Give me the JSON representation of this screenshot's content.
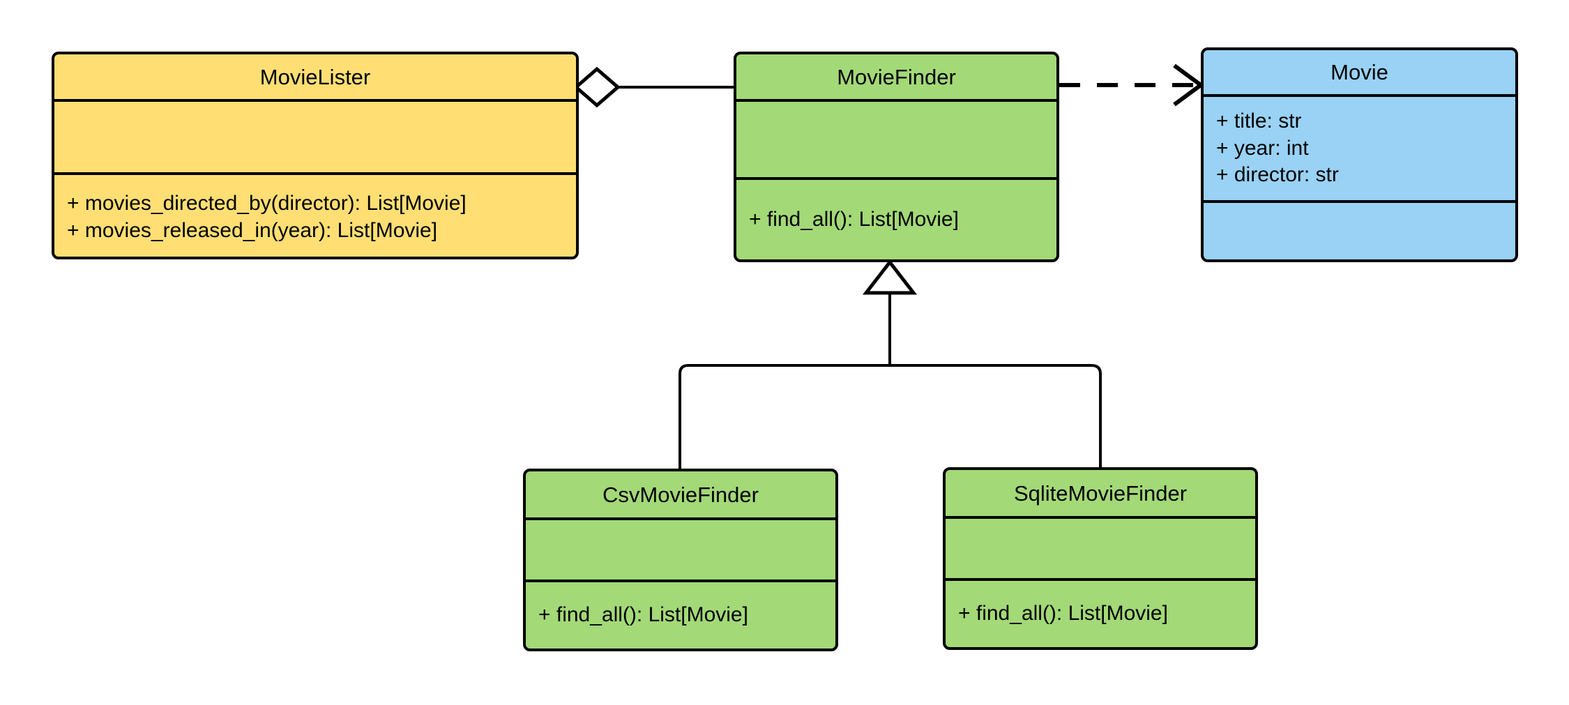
{
  "diagram": {
    "title": "MovieLister dependency injection UML class diagram",
    "background": "#ffffff",
    "line_color": "#000000",
    "palette": {
      "yellow": "#FFDF73",
      "green": "#A3D977",
      "blue": "#99D2F5",
      "outline": "#000000",
      "fill_white": "#FFFFFF"
    }
  },
  "classes": [
    {
      "id": "movie-lister",
      "name": "MovieLister",
      "fill": "#FFDF73",
      "attributes": [],
      "methods": [
        "+ movies_directed_by(director): List[Movie]",
        "+ movies_released_in(year): List[Movie]"
      ]
    },
    {
      "id": "movie-finder",
      "name": "MovieFinder",
      "fill": "#A3D977",
      "attributes": [],
      "methods": [
        "+ find_all(): List[Movie]"
      ]
    },
    {
      "id": "movie",
      "name": "Movie",
      "fill": "#99D2F5",
      "attributes": [
        "+ title: str",
        "+ year: int",
        "+ director: str"
      ],
      "methods": []
    },
    {
      "id": "csv-movie-finder",
      "name": "CsvMovieFinder",
      "fill": "#A3D977",
      "attributes": [],
      "methods": [
        "+ find_all(): List[Movie]"
      ]
    },
    {
      "id": "sqlite-movie-finder",
      "name": "SqliteMovieFinder",
      "fill": "#A3D977",
      "attributes": [],
      "methods": [
        "+ find_all(): List[Movie]"
      ]
    }
  ],
  "relationships": [
    {
      "id": "aggregation-lister-finder",
      "kind": "aggregation",
      "from": "MovieLister",
      "to": "MovieFinder",
      "marker": "hollow-diamond"
    },
    {
      "id": "dependency-finder-movie",
      "kind": "dependency",
      "from": "MovieFinder",
      "to": "Movie",
      "marker": "open-arrow",
      "stroke": "dashed"
    },
    {
      "id": "inheritance-csv-finder",
      "kind": "generalization",
      "from": "CsvMovieFinder",
      "to": "MovieFinder",
      "marker": "hollow-triangle"
    },
    {
      "id": "inheritance-sqlite-finder",
      "kind": "generalization",
      "from": "SqliteMovieFinder",
      "to": "MovieFinder",
      "marker": "hollow-triangle"
    }
  ]
}
